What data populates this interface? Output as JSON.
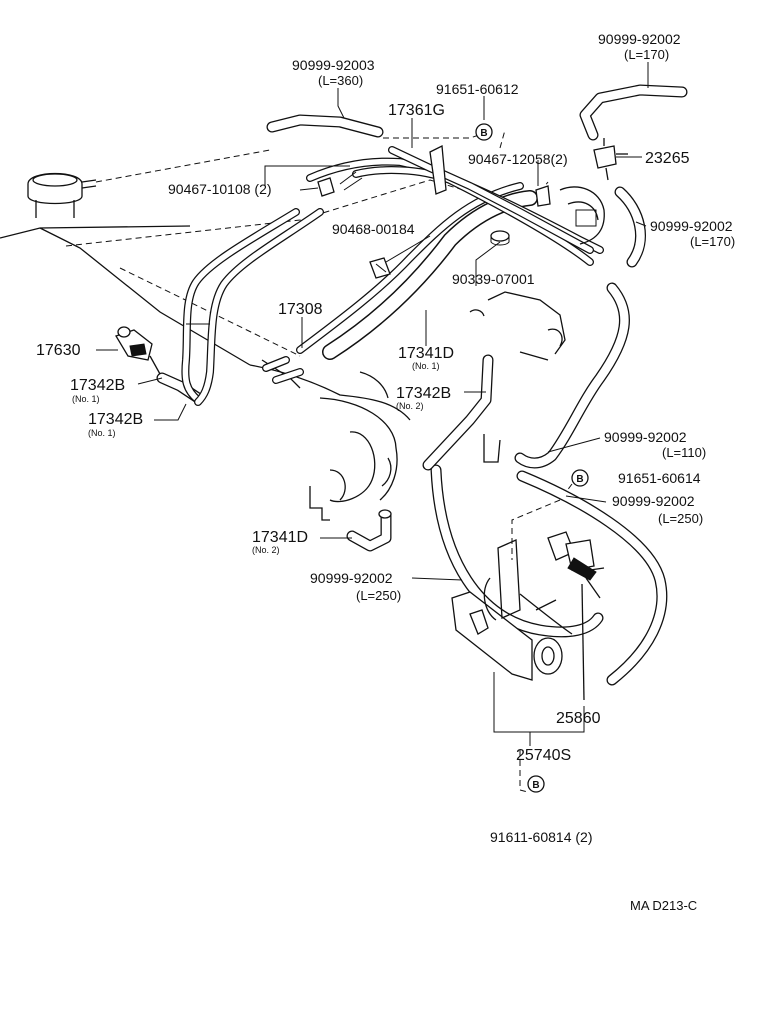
{
  "diagram": {
    "parts": {
      "p_90999_92003": {
        "number": "90999-92003",
        "note": "(L=360)"
      },
      "p_91651_60612": {
        "number": "91651-60612"
      },
      "p_17361G": {
        "number": "17361G"
      },
      "p_90999_92002_a": {
        "number": "90999-92002",
        "note": "(L=170)"
      },
      "p_23265": {
        "number": "23265"
      },
      "p_90467_10108": {
        "number": "90467-10108 (2)"
      },
      "p_90467_12058": {
        "number": "90467-12058(2)"
      },
      "p_90999_92002_b": {
        "number": "90999-92002",
        "note": "(L=170)"
      },
      "p_90468_00184": {
        "number": "90468-00184"
      },
      "p_90339_07001": {
        "number": "90339-07001"
      },
      "p_17308": {
        "number": "17308"
      },
      "p_17630": {
        "number": "17630"
      },
      "p_17341D_1": {
        "number": "17341D",
        "note": "(No. 1)"
      },
      "p_17342B_1a": {
        "number": "17342B",
        "note": "(No. 1)"
      },
      "p_17342B_1b": {
        "number": "17342B",
        "note": "(No. 1)"
      },
      "p_17342B_2": {
        "number": "17342B",
        "note": "(No. 2)"
      },
      "p_90999_92002_c": {
        "number": "90999-92002",
        "note": "(L=110)"
      },
      "p_91651_60614": {
        "number": "91651-60614"
      },
      "p_90999_92002_d": {
        "number": "90999-92002",
        "note": "(L=250)"
      },
      "p_17341D_2": {
        "number": "17341D",
        "note": "(No. 2)"
      },
      "p_90999_92002_e": {
        "number": "90999-92002",
        "note": "(L=250)"
      },
      "p_25860": {
        "number": "25860"
      },
      "p_25740S": {
        "number": "25740S"
      },
      "p_91611_60814": {
        "number": "91611-60814 (2)"
      }
    },
    "bolt_marker": "B",
    "drawing_code": "MA D213-C"
  }
}
